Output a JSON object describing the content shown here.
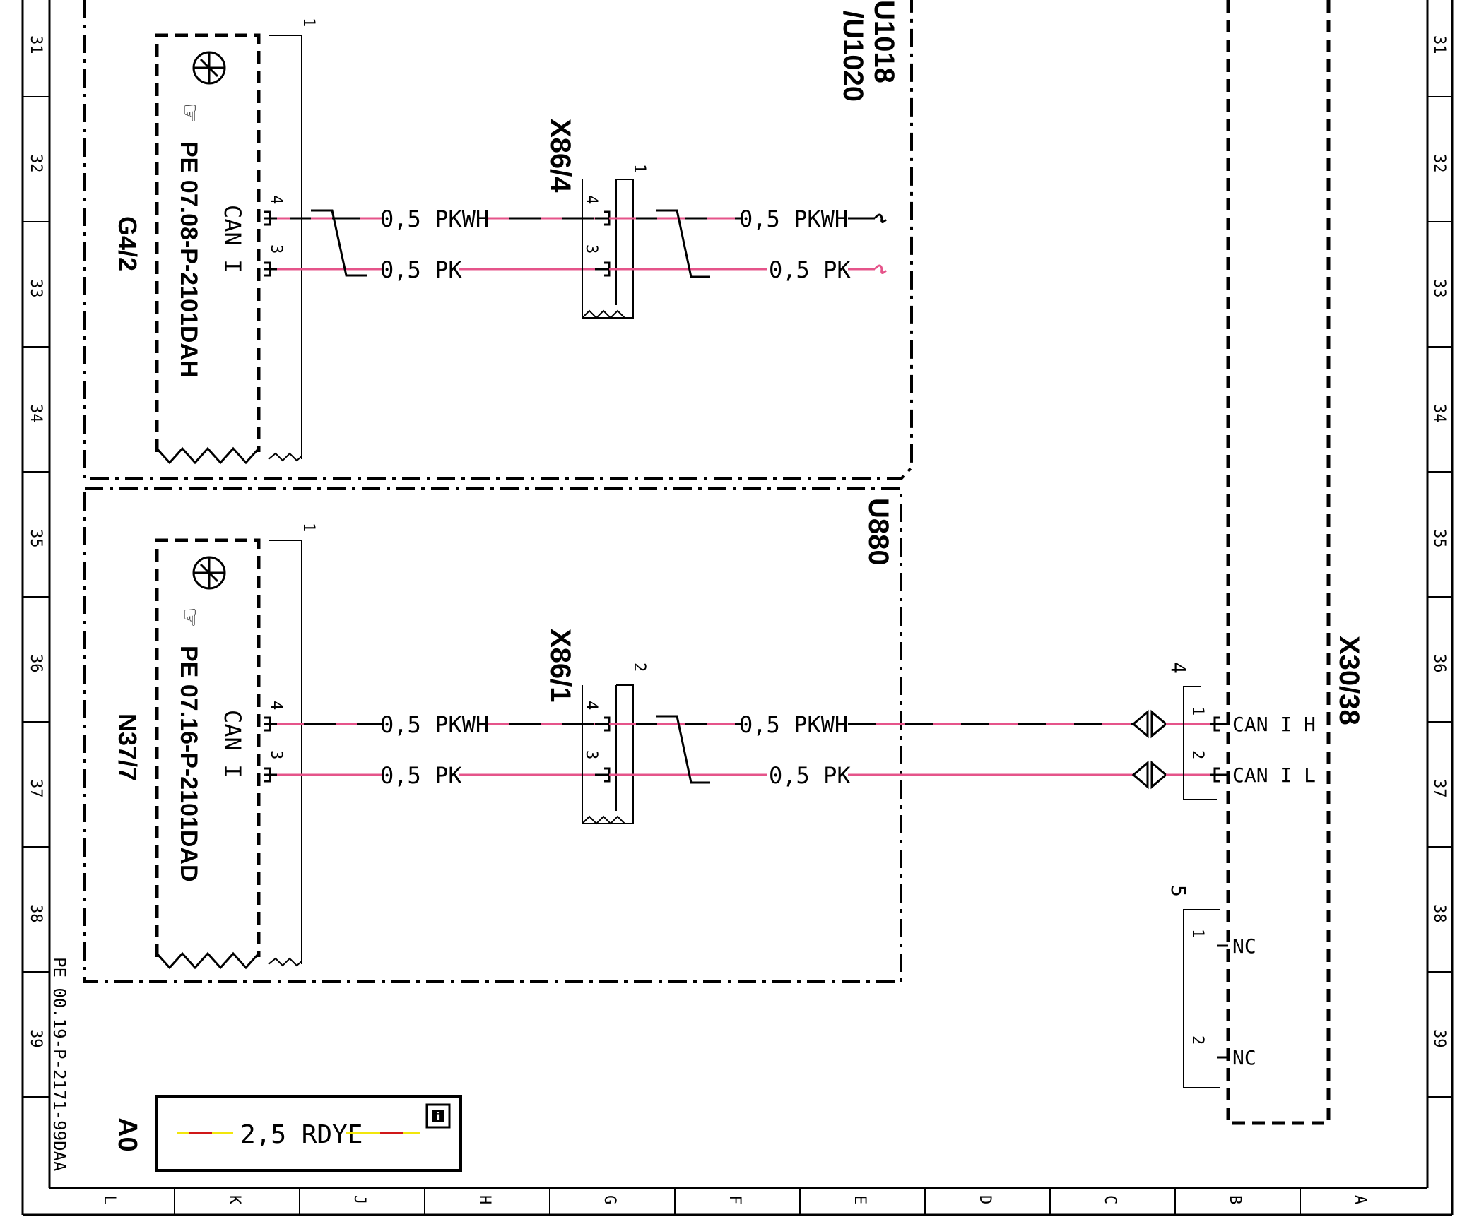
{
  "frame": {
    "row_numbers": [
      "31",
      "32",
      "33",
      "34",
      "35",
      "36",
      "37",
      "38",
      "39"
    ],
    "column_letters": [
      "L",
      "K",
      "J",
      "H",
      "G",
      "F",
      "E",
      "D",
      "C",
      "B",
      "A"
    ],
    "doc_ref": "PE 00.19-P-2171-99DAA"
  },
  "upper_module": {
    "label": "U1018\n/U1020",
    "label_line1": "U1018",
    "label_line2": "/U1020",
    "component": {
      "name": "G4/2",
      "ref": "PE 07.08-P-2101DAH",
      "bus": "CAN I",
      "pins": [
        "4",
        "3"
      ],
      "connector_no": "1"
    },
    "connector": {
      "name": "X86/4",
      "connector_no": "1",
      "pins": [
        "4",
        "3"
      ]
    },
    "wires": [
      {
        "size_color": "0,5 PKWH"
      },
      {
        "size_color": "0,5 PK"
      },
      {
        "size_color": "0,5 PKWH"
      },
      {
        "size_color": "0,5 PK"
      }
    ]
  },
  "lower_module": {
    "label": "U880",
    "component": {
      "name": "N37/7",
      "ref": "PE 07.16-P-2101DAD",
      "bus": "CAN I",
      "pins": [
        "4",
        "3"
      ],
      "connector_no": "1"
    },
    "connector": {
      "name": "X86/1",
      "connector_no": "2",
      "pins": [
        "4",
        "3"
      ]
    },
    "wires": [
      {
        "size_color": "0,5 PKWH"
      },
      {
        "size_color": "0,5 PK"
      },
      {
        "size_color": "0,5 PKWH"
      },
      {
        "size_color": "0,5 PK"
      }
    ]
  },
  "junction": {
    "name": "X30/38",
    "group_a": {
      "no": "4",
      "pins": [
        "1",
        "2"
      ],
      "signals": [
        "CAN I H",
        "CAN I L"
      ]
    },
    "group_b": {
      "no": "5",
      "pins": [
        "1",
        "2"
      ],
      "signals": [
        "NC",
        "NC"
      ]
    }
  },
  "legend": {
    "code": "A0",
    "wire": "2,5 RDYE",
    "info_icon": "info-icon"
  },
  "colors": {
    "pink": "#e5548a",
    "red": "#d01818",
    "yellow": "#f2e60c"
  }
}
